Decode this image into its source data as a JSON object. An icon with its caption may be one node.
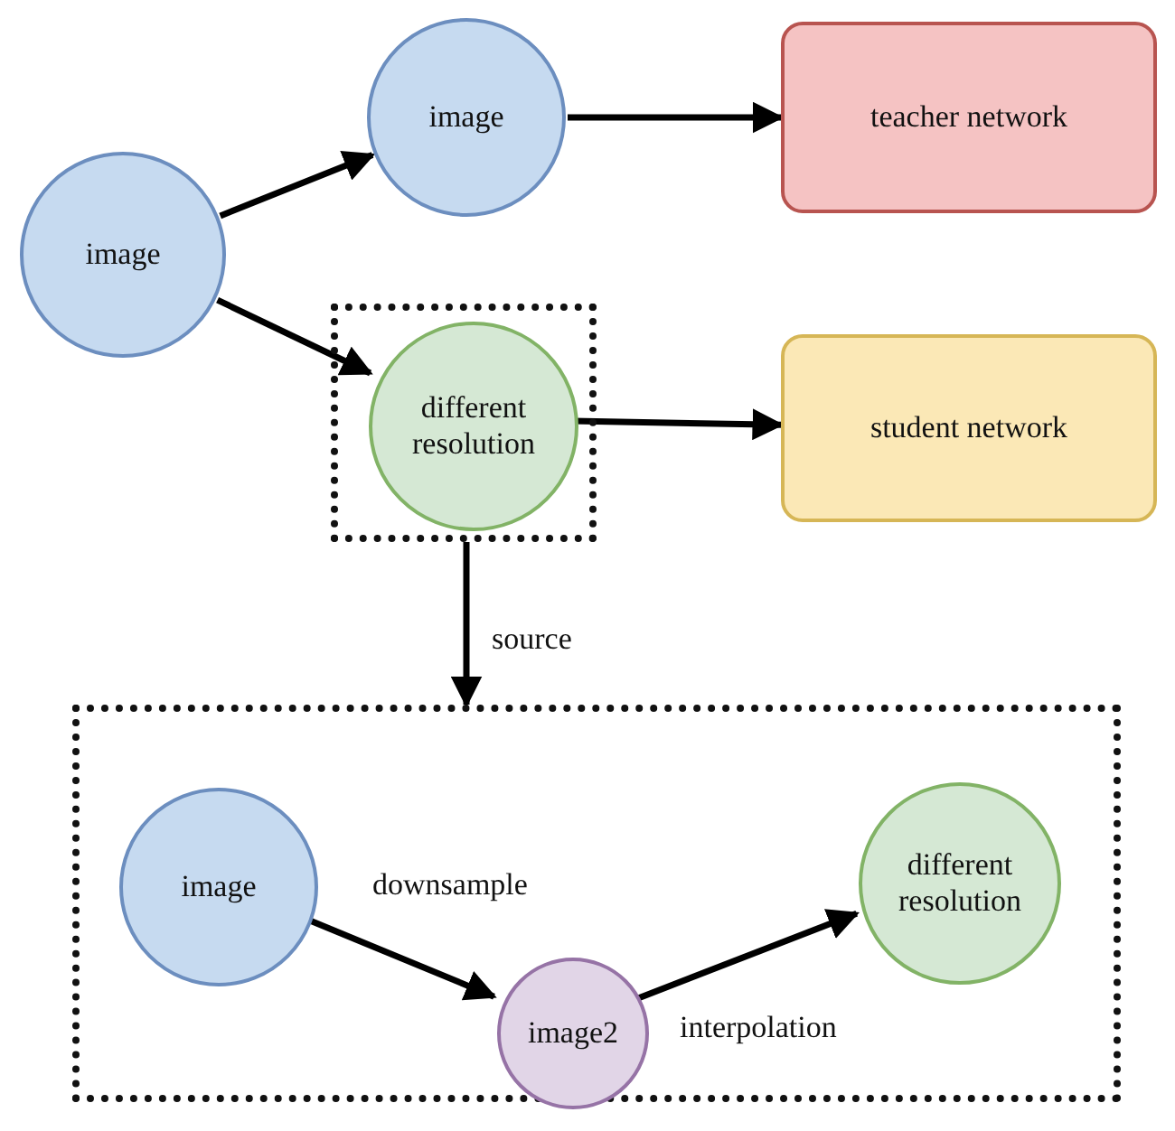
{
  "diagram": {
    "nodes": [
      {
        "text": [
          "image"
        ]
      },
      {
        "text": [
          "image"
        ]
      },
      {
        "text": [
          "teacher network"
        ]
      },
      {
        "text": [],
        "shape": "box"
      },
      {
        "text": [
          "different resolution"
        ],
        "in": 3
      },
      {
        "text": [
          "student network"
        ]
      },
      {
        "text": [],
        "shape": "box"
      },
      {
        "text": [
          "image"
        ],
        "in": 6
      },
      {
        "text": [
          "image2"
        ],
        "in": 6
      },
      {
        "text": [
          "different resolution"
        ],
        "in": 6
      }
    ],
    "edges": [
      {
        "from": 0,
        "to": 1,
        "arrow": "to"
      },
      {
        "from": 1,
        "to": 2,
        "arrow": "to"
      },
      {
        "from": 0,
        "to": 4,
        "arrow": "to"
      },
      {
        "from": 4,
        "to": 5,
        "arrow": "to"
      },
      {
        "from": 3,
        "to": 6,
        "arrow": "to",
        "label": "source"
      },
      {
        "from": 7,
        "to": 8,
        "arrow": "to",
        "label": "downsample"
      },
      {
        "from": 8,
        "to": 9,
        "arrow": "to",
        "label": "interpolation"
      }
    ]
  }
}
